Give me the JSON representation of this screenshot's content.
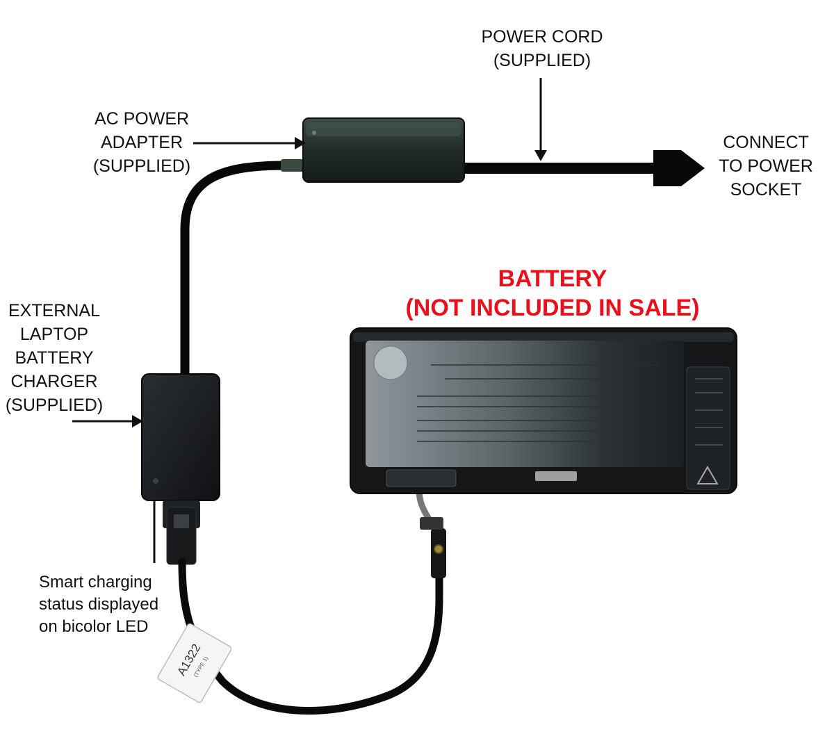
{
  "labels": {
    "power_cord": [
      "POWER CORD",
      "(SUPPLIED)"
    ],
    "ac_adapter": [
      "AC POWER",
      "ADAPTER",
      "(SUPPLIED)"
    ],
    "connect_socket": [
      "CONNECT",
      "TO POWER",
      "SOCKET"
    ],
    "battery": [
      "BATTERY",
      "(NOT INCLUDED IN SALE)"
    ],
    "charger": [
      "EXTERNAL",
      "LAPTOP",
      "BATTERY",
      "CHARGER",
      "(SUPPLIED)"
    ],
    "smart": [
      "Smart charging",
      "status displayed",
      "on bicolor LED"
    ]
  },
  "cable_tag": {
    "model": "A1322",
    "type": "(TYPE 1)"
  },
  "colors": {
    "label_red": "#e8111b",
    "device_dark": "#1c1f22",
    "adapter_green": "#1f2b25",
    "cable": "#080808"
  }
}
